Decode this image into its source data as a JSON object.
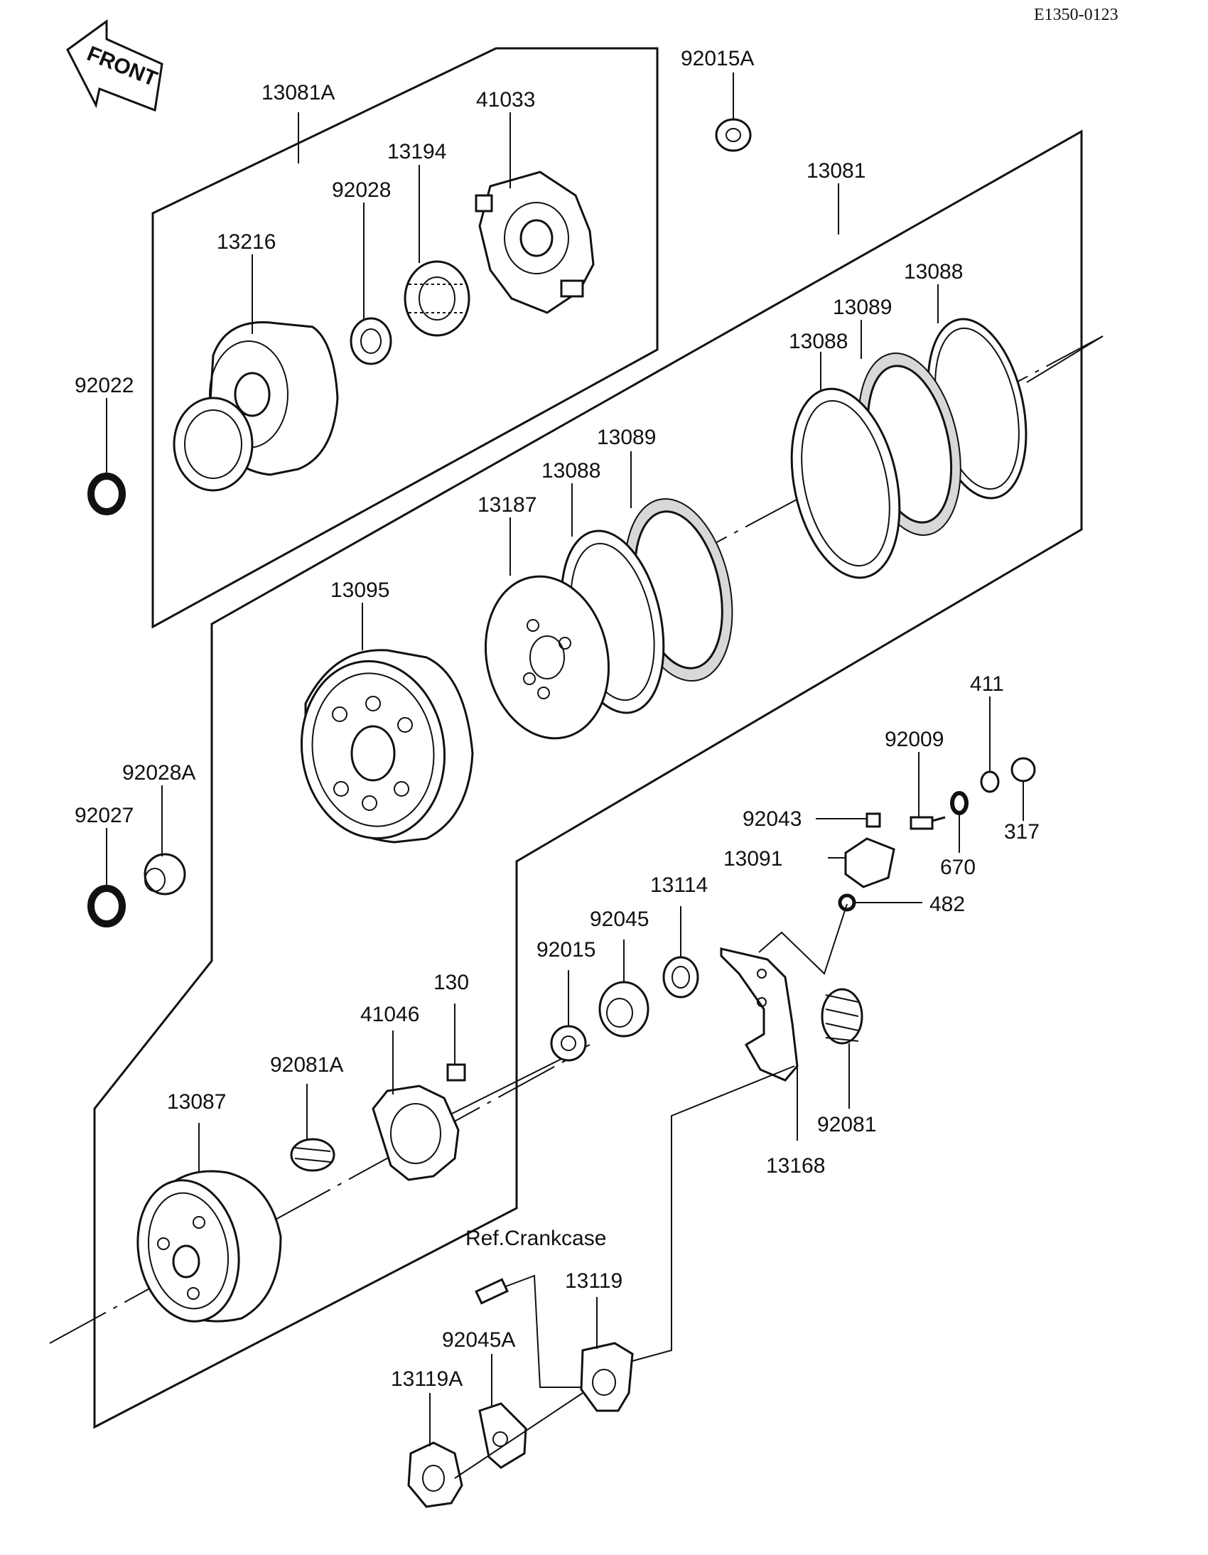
{
  "diagram_code": "E1350-0123",
  "front_arrow": {
    "label": "FRONT",
    "icon": "front-arrow-icon"
  },
  "reference_note": "Ref.Crankcase",
  "part_labels": [
    "13081A",
    "41033",
    "13194",
    "92028",
    "13216",
    "92022",
    "92015A",
    "13081",
    "13088",
    "13089",
    "13088",
    "13089",
    "13088",
    "13187",
    "13095",
    "92028A",
    "92027",
    "411",
    "92009",
    "92043",
    "317",
    "13091",
    "670",
    "482",
    "13114",
    "92045",
    "92015",
    "130",
    "41046",
    "92081A",
    "13087",
    "92081",
    "13168",
    "13119",
    "92045A",
    "13119A"
  ],
  "colors": {
    "ink": "#111111",
    "paper": "#ffffff",
    "shade": "#d8d8d8"
  }
}
